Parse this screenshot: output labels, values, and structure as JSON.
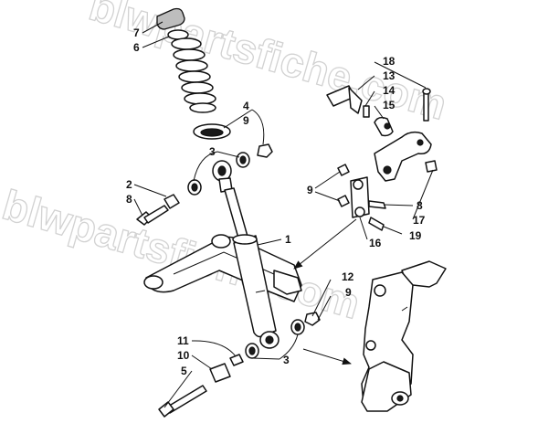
{
  "watermark": {
    "text": "blwpartsfiche.com"
  },
  "callouts": {
    "c1": "1",
    "c2": "2",
    "c3a": "3",
    "c3b": "3",
    "c4": "4",
    "c5": "5",
    "c6": "6",
    "c7": "7",
    "c8a": "8",
    "c8b": "8",
    "c9a": "9",
    "c9b": "9",
    "c9c": "9",
    "c10": "10",
    "c11": "11",
    "c12": "12",
    "c13": "13",
    "c14": "14",
    "c15": "15",
    "c16": "16",
    "c17": "17",
    "c18": "18",
    "c19": "19"
  }
}
